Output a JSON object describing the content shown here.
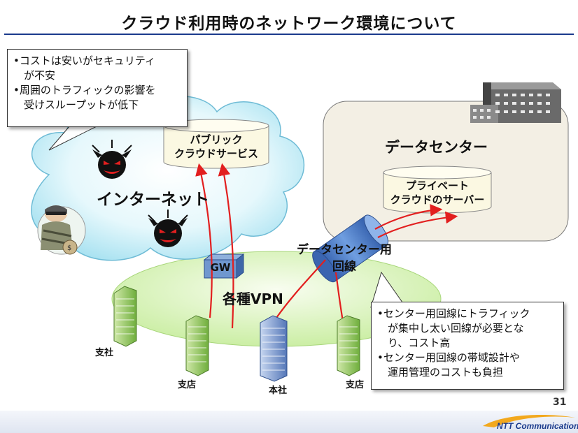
{
  "slide": {
    "title": "クラウド利用時のネットワーク環境について",
    "page_number": "31"
  },
  "internet_callout": {
    "lines": [
      "•コストは安いがセキュリティ",
      "　が不安",
      "•周囲のトラフィックの影響を",
      "　受けスループットが低下"
    ]
  },
  "internet": {
    "label": "インターネット"
  },
  "public_cloud": {
    "line1": "パブリック",
    "line2": "クラウドサービス"
  },
  "datacenter": {
    "label": "データセンター"
  },
  "private_server": {
    "line1": "プライベート",
    "line2": "クラウドのサーバー"
  },
  "dc_line": {
    "line1": "データセンター用",
    "line2": "回線"
  },
  "gateway": {
    "label": "GW"
  },
  "vpn": {
    "label": "各種VPN"
  },
  "offices": {
    "branch_company": "支社",
    "branch_store_1": "支店",
    "head_office": "本社",
    "branch_store_2": "支店"
  },
  "dc_callout": {
    "lines": [
      "•センター用回線にトラフィック",
      "　が集中し太い回線が必要とな",
      "　り、コスト高",
      "•センター用回線の帯域設計や",
      "　運用管理のコストも負担"
    ]
  },
  "logo": {
    "text": "NTT Communications"
  },
  "colors": {
    "title_underline": "#1a3a8c",
    "cloud_fill": "#d8f4fb",
    "vpn_fill": "#dff5c4",
    "datacenter_fill": "#f3efe4",
    "cylinder_fill": "#fbf8e2",
    "arrow": "#e21f1f",
    "pipe": "#4a78c2"
  }
}
